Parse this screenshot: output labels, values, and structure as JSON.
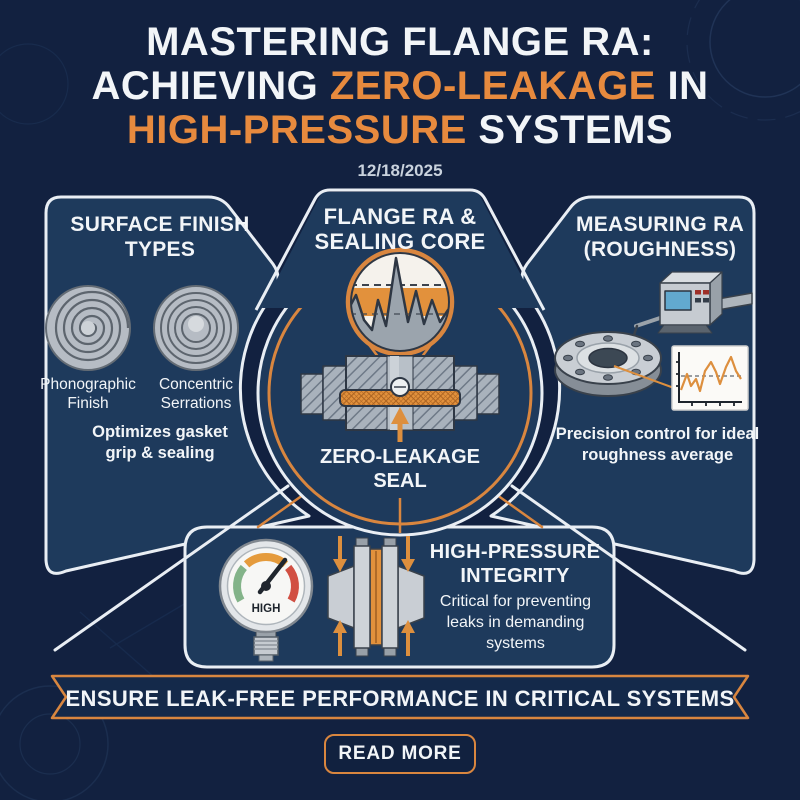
{
  "header": {
    "title_line1": "MASTERING FLANGE RA:",
    "title_line2_part1": "ACHIEVING ",
    "title_line2_accent": "ZERO-LEAKAGE",
    "title_line2_part2": " IN",
    "title_line3_accent": "HIGH-PRESSURE",
    "title_line3_part2": " SYSTEMS",
    "date": "12/18/2025"
  },
  "left_panel": {
    "title": "SURFACE FINISH TYPES",
    "disk1_label": "Phonographic Finish",
    "disk2_label": "Concentric Serrations",
    "caption": "Optimizes gasket grip & sealing"
  },
  "center_panel": {
    "title": "FLANGE RA & SEALING CORE",
    "seal_label": "ZERO-LEAKAGE SEAL"
  },
  "right_panel": {
    "title": "MEASURING RA (ROUGHNESS)",
    "caption": "Precision control for ideal roughness average"
  },
  "bottom_panel": {
    "title": "HIGH-PRESSURE INTEGRITY",
    "caption": "Critical for preventing leaks in demanding systems",
    "gauge_label": "HIGH"
  },
  "banner": {
    "text": "ENSURE LEAK-FREE PERFORMANCE IN CRITICAL SYSTEMS"
  },
  "cta": {
    "label": "READ MORE"
  },
  "colors": {
    "background": "#122140",
    "panel_fill": "#1e3a5c",
    "panel_border": "#e9eef4",
    "accent_orange": "#e78a3e",
    "banner_fill": "#14294a",
    "title_white": "#f2f5f8"
  }
}
